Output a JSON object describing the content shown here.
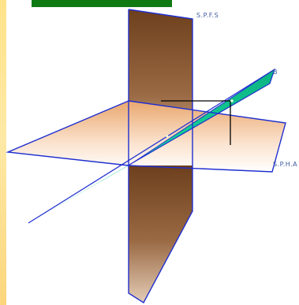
{
  "labels": {
    "vertical_plane": "S.P.F.S",
    "horizontal_plane": "S.P.H.A",
    "point": "B"
  },
  "colors": {
    "edge": "#1f2fd0",
    "vertical_plane_dark": "#6d3f1c",
    "vertical_plane_light": "#d8b89a",
    "horizontal_plane_top": "#f4c69d",
    "horizontal_plane_bottom": "#ffffff",
    "inclined_plane": "#12c58f",
    "side_strip": "#fde9a6",
    "top_bar": "#0f7a12"
  }
}
